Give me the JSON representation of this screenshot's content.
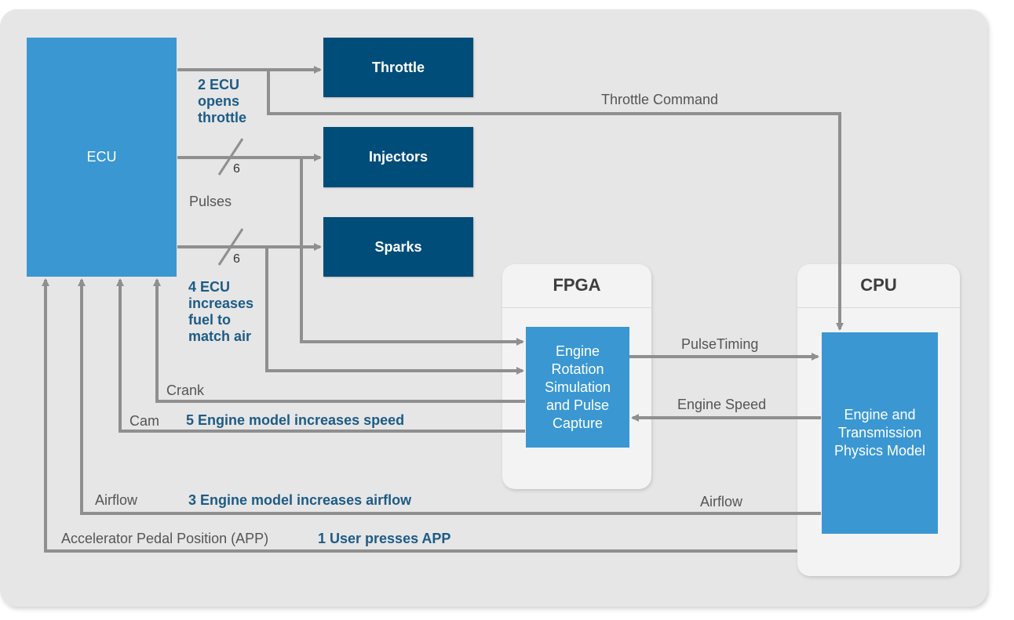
{
  "blocks": {
    "ecu": "ECU",
    "throttle": "Throttle",
    "injectors": "Injectors",
    "sparks": "Sparks",
    "fpga_title": "FPGA",
    "cpu_title": "CPU",
    "engine_rotation": "Engine Rotation Simulation and Pulse Capture",
    "engine_physics": "Engine and Transmission Physics Model"
  },
  "signals": {
    "throttle_command": "Throttle Command",
    "pulses": "Pulses",
    "pulse_timing": "PulseTiming",
    "engine_speed": "Engine Speed",
    "crank": "Crank",
    "cam": "Cam",
    "airflow_left": "Airflow",
    "airflow_right": "Airflow",
    "app": "Accelerator Pedal Position (APP)",
    "bus_width_injectors": "6",
    "bus_width_sparks": "6"
  },
  "steps": {
    "step1": "1  User presses APP",
    "step2": "2  ECU opens throttle",
    "step3": "3  Engine model increases airflow",
    "step4": "4  ECU increases fuel to match air",
    "step5": "5  Engine model increases speed"
  },
  "colors": {
    "panel": "#e6e6e6",
    "container": "#f3f3f3",
    "dark_block": "#004d7a",
    "light_block": "#3a97d1",
    "wire": "#8f8f8f",
    "step_text": "#1d5b86"
  }
}
